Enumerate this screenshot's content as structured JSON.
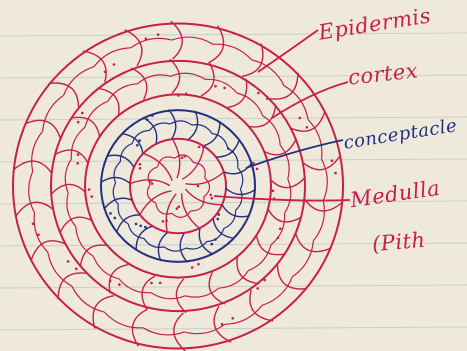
{
  "diagram": {
    "labels": {
      "epidermis": "Epidermis",
      "cortex": "cortex",
      "conceptacle": "conceptacle",
      "medulla": "Medulla",
      "pith": "(Pith"
    },
    "colors": {
      "paper": "#efe9dc",
      "ruled_line": "#9fb3c6",
      "red_ink": "#c81e4a",
      "blue_ink": "#23307f"
    }
  }
}
